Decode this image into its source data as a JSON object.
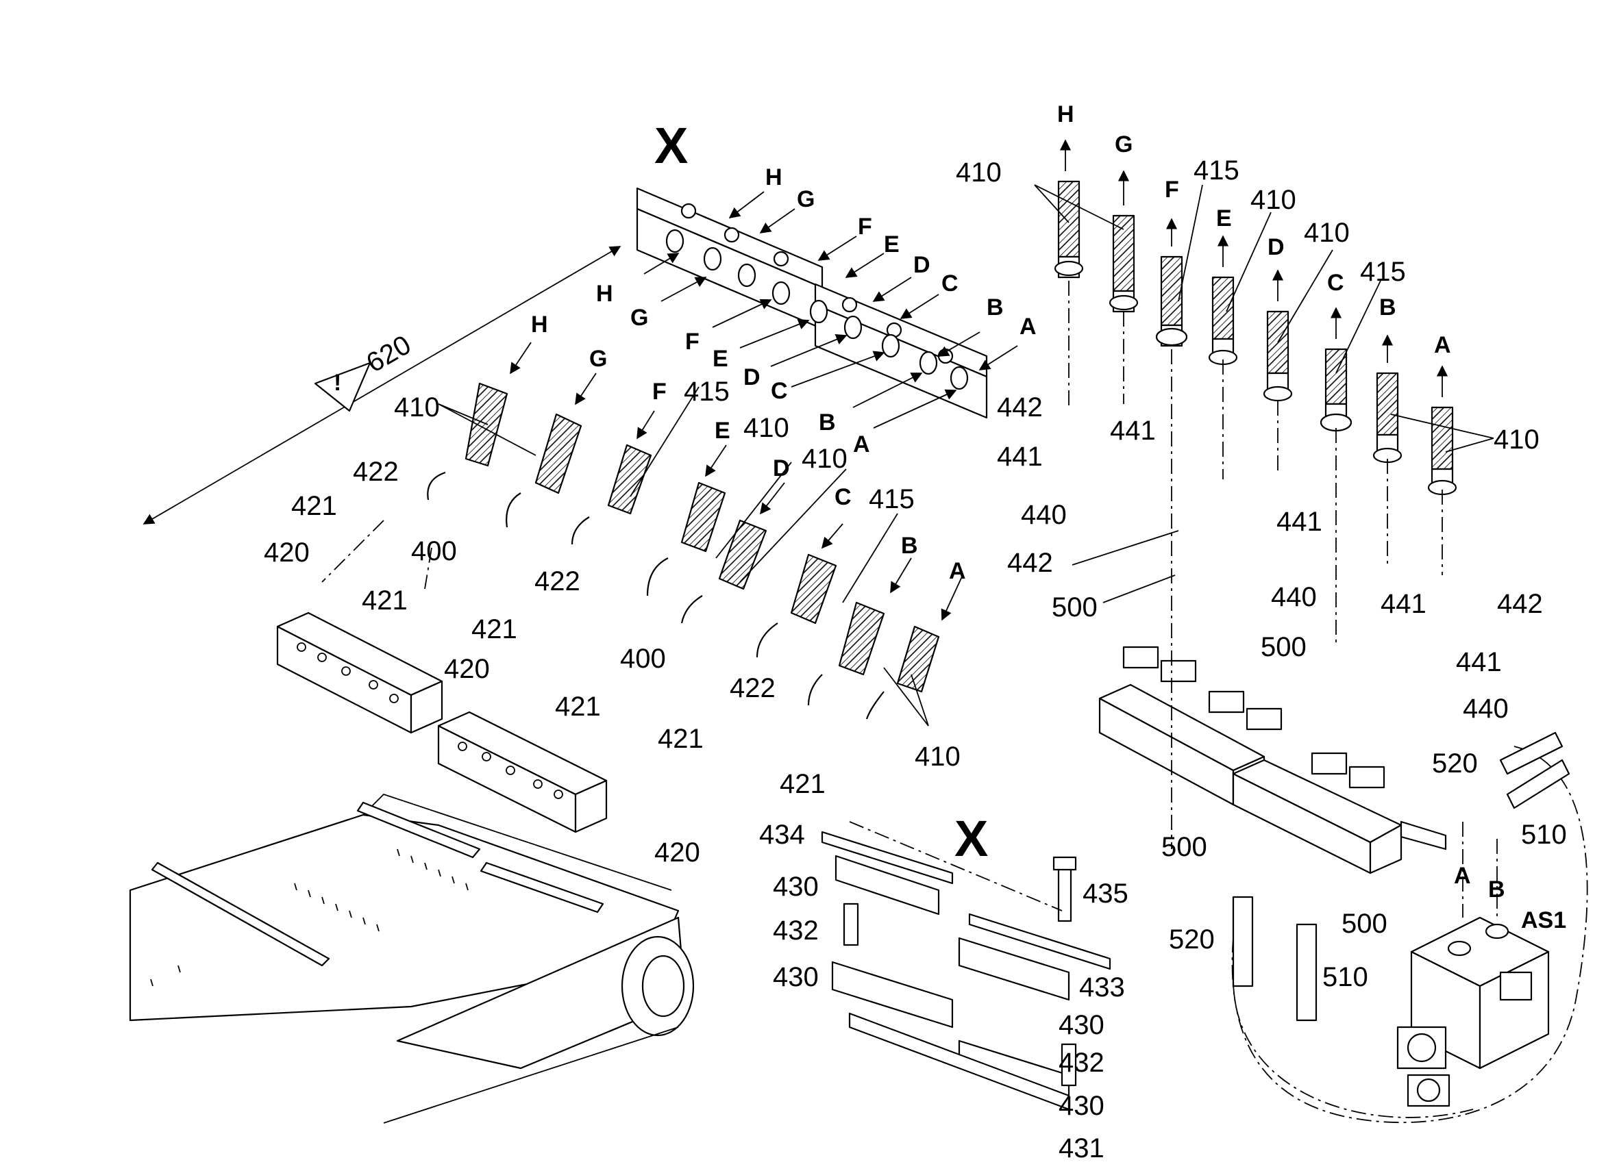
{
  "section_labels": {
    "x_top": "X",
    "x_bottom": "X"
  },
  "warning_ref": "620",
  "component": "AS1",
  "part_numbers": {
    "p400": "400",
    "p410": "410",
    "p415": "415",
    "p420": "420",
    "p421": "421",
    "p422": "422",
    "p430": "430",
    "p431": "431",
    "p432": "432",
    "p433": "433",
    "p434": "434",
    "p435": "435",
    "p440": "440",
    "p441": "441",
    "p442": "442",
    "p500": "500",
    "p510": "510",
    "p520": "520"
  },
  "letters": {
    "a": "A",
    "b": "B",
    "c": "C",
    "d": "D",
    "e": "E",
    "f": "F",
    "g": "G",
    "h": "H"
  }
}
